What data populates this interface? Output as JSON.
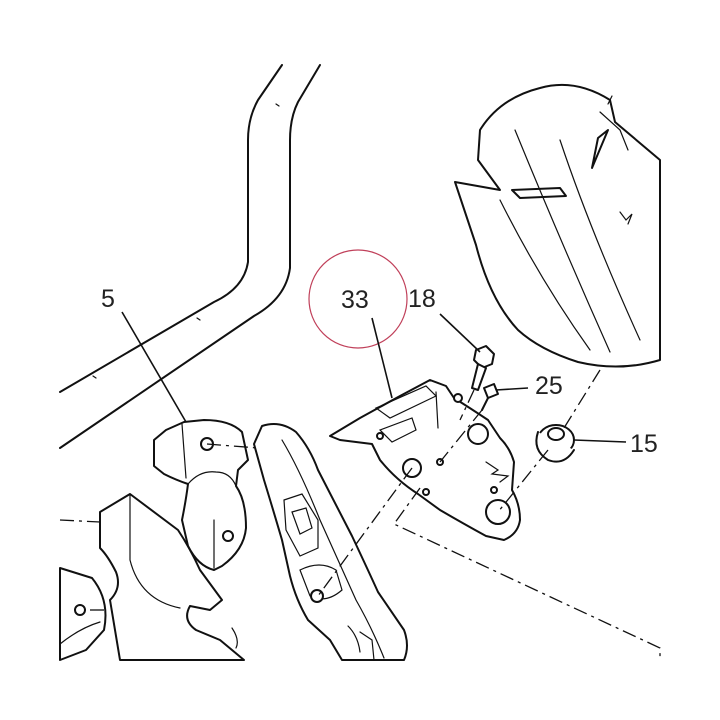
{
  "callouts": {
    "c5": "5",
    "c33": "33",
    "c18": "18",
    "c25": "25",
    "c15": "15"
  },
  "highlight_color": "#c0405a",
  "line_color": "#111111"
}
